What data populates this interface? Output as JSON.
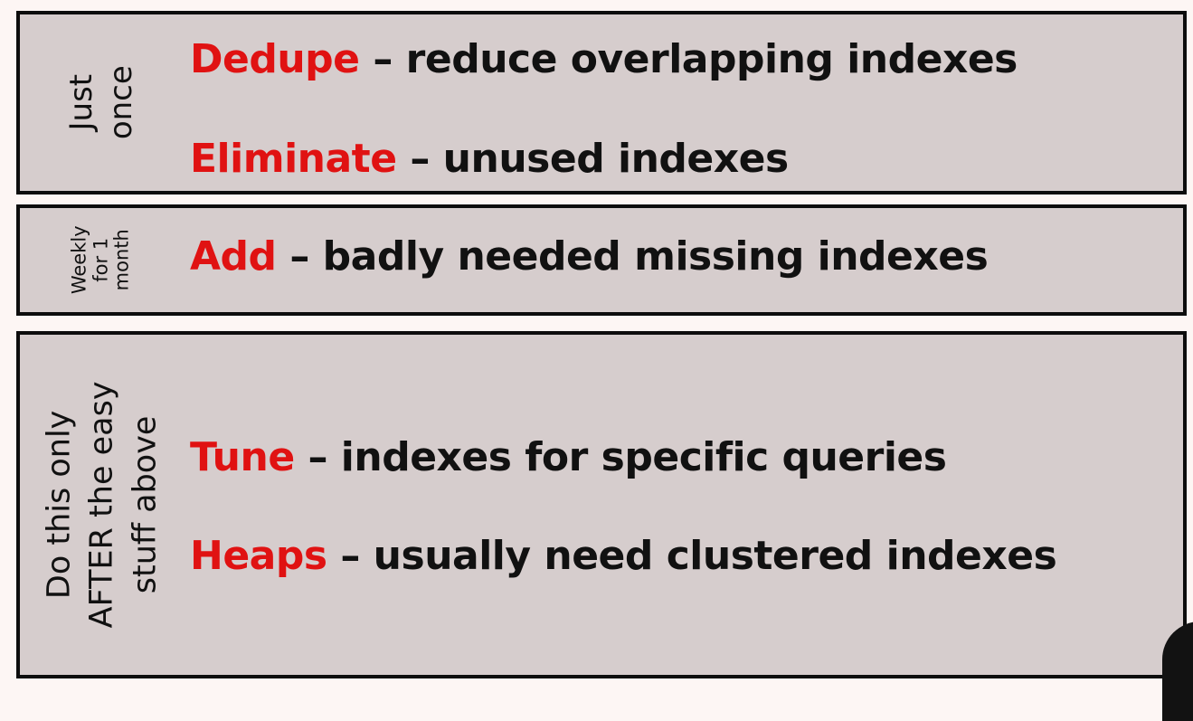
{
  "sections": [
    {
      "side_lines": [
        "Just",
        "once"
      ],
      "items": [
        {
          "keyword": "Dedupe",
          "rest": " – reduce overlapping indexes"
        },
        {
          "keyword": "Eliminate",
          "rest": " – unused indexes"
        }
      ]
    },
    {
      "side_lines": [
        "Weekly",
        "for 1",
        "month"
      ],
      "items": [
        {
          "keyword": "Add",
          "rest": " – badly needed missing indexes"
        }
      ]
    },
    {
      "side_lines": [
        "Do this only",
        "AFTER the easy",
        "stuff above"
      ],
      "items": [
        {
          "keyword": "Tune",
          "rest": " – indexes for specific queries"
        },
        {
          "keyword": "Heaps",
          "rest": " – usually need clustered indexes"
        }
      ]
    }
  ],
  "colors": {
    "background": "#fdf6f4",
    "panel": "#d6cdcd",
    "border": "#0d0d0d",
    "keyword": "#e01212",
    "text": "#111111"
  }
}
